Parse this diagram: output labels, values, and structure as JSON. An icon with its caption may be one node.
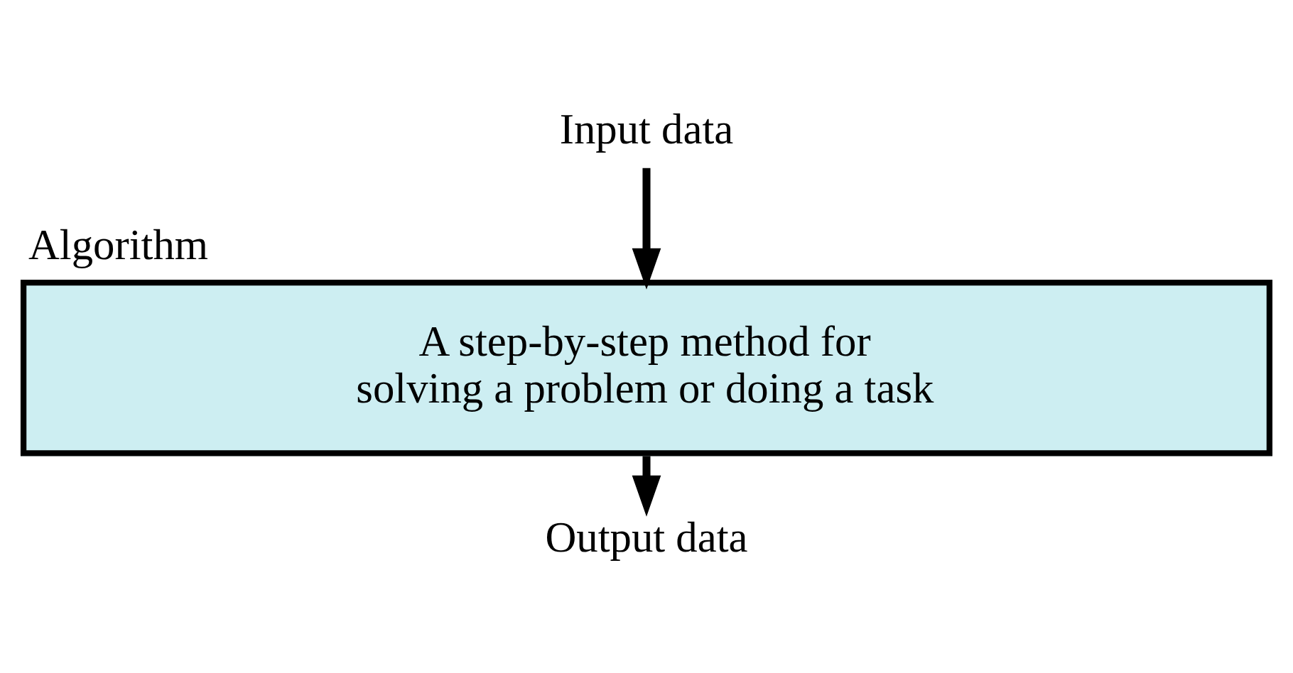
{
  "diagram": {
    "nodes": [
      {
        "text": [
          "Input data"
        ]
      },
      {
        "text": [
          "Algorithm",
          "A step-by-step method for solving a problem or doing a task"
        ]
      },
      {
        "text": [
          "Output data"
        ]
      }
    ],
    "edges": [
      {
        "from": 0,
        "to": 1,
        "arrow": "to"
      },
      {
        "from": 1,
        "to": 2,
        "arrow": "to"
      }
    ]
  }
}
